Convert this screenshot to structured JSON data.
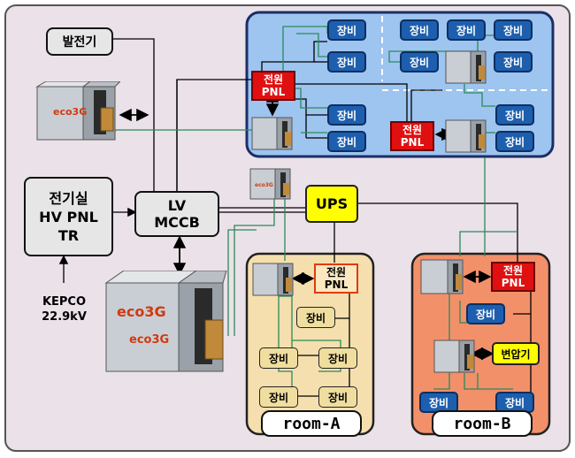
{
  "generator": "발전기",
  "power_room": "전기실\nHV PNL\nTR",
  "lv_mccb": "LV\nMCCB",
  "ups": "UPS",
  "kepco": "KEPCO\n22.9kV",
  "device": "장비",
  "power_panel": "전원\nPNL",
  "transformer": "변압기",
  "cabinet_brand": "eco3G",
  "room_a": "room-A",
  "room_b": "room-B",
  "colors": {
    "frame_bg": "#ebe1e8",
    "server_room_bg": "#9ec4f0",
    "room_a_bg": "#f5dfae",
    "room_b_bg": "#f2906a",
    "ups_bg": "#ffff00",
    "panel_red": "#e01010",
    "device_blue": "#1d5fae",
    "wire_green": "#2a8a5a"
  }
}
